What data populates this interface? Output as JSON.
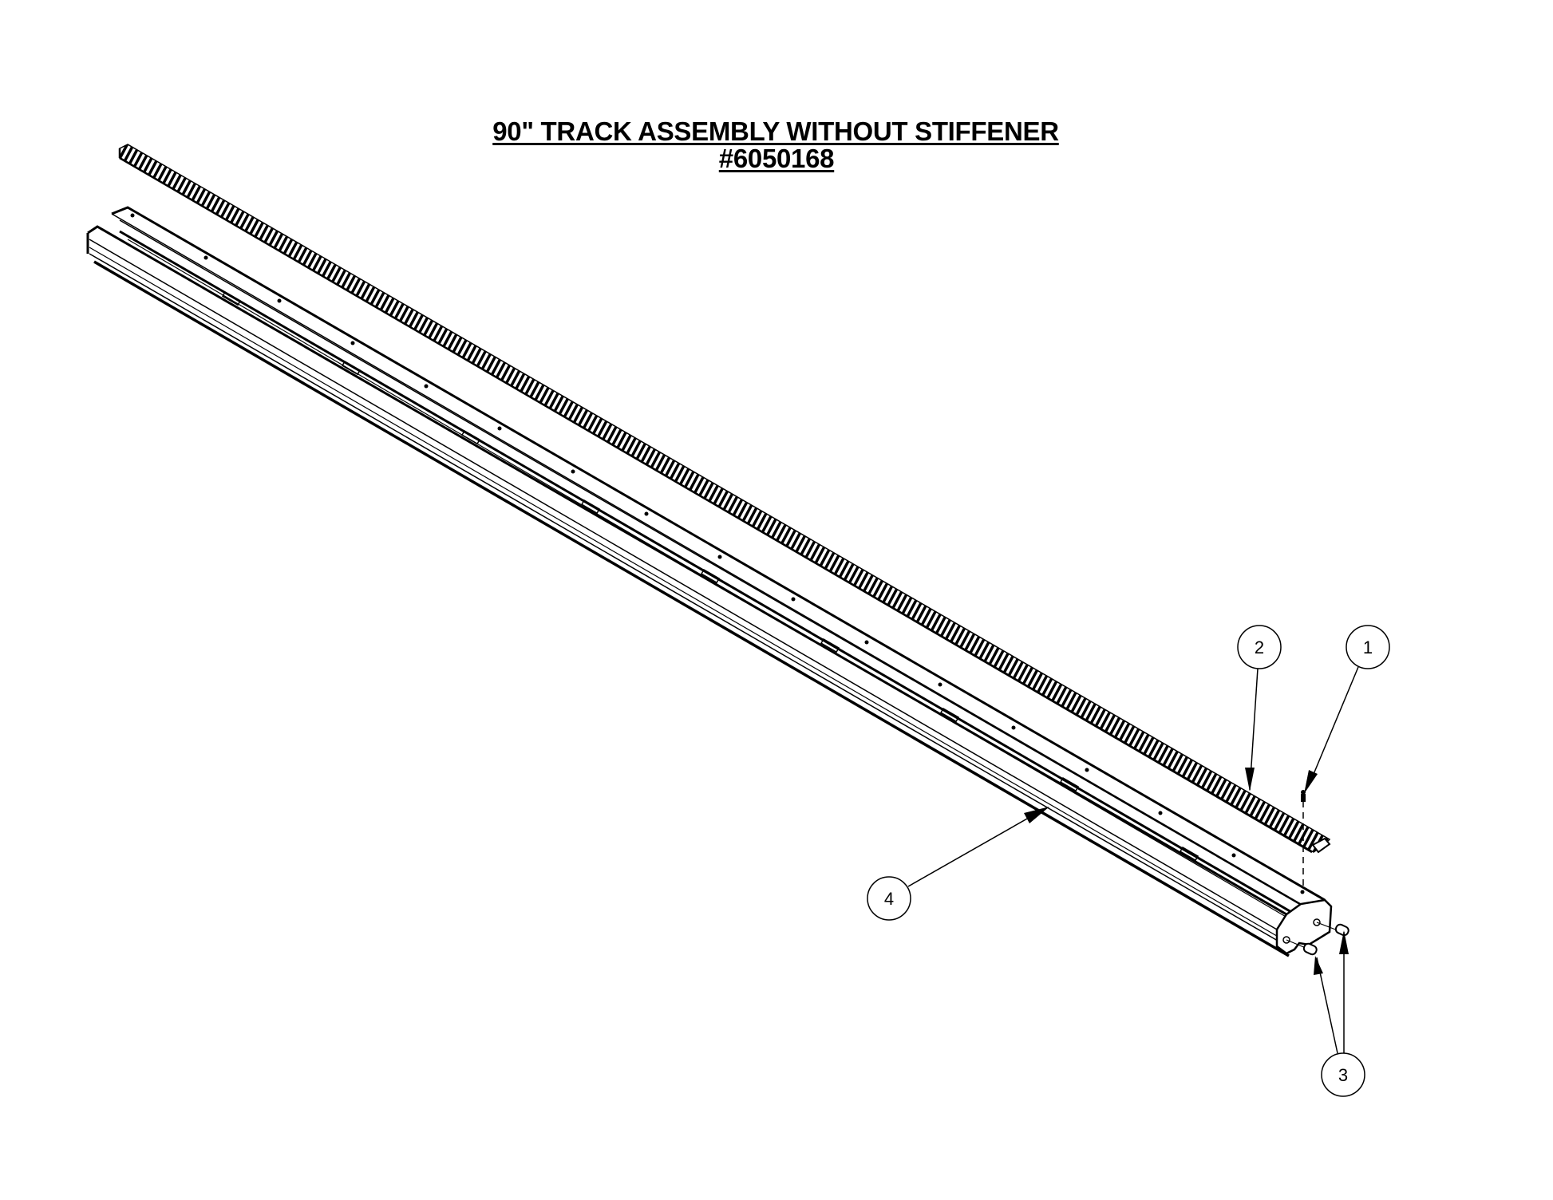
{
  "drawing": {
    "title": "90\" TRACK ASSEMBLY WITHOUT STIFFENER",
    "part_number": "#6050168"
  },
  "balloons": [
    {
      "id": "balloon-1",
      "label": "1",
      "part": "screw / fastener"
    },
    {
      "id": "balloon-2",
      "label": "2",
      "part": "gear rack"
    },
    {
      "id": "balloon-3",
      "label": "3",
      "part": "dowel pins"
    },
    {
      "id": "balloon-4",
      "label": "4",
      "part": "track extrusion"
    }
  ],
  "colors": {
    "line": "#000000",
    "background": "#ffffff"
  }
}
